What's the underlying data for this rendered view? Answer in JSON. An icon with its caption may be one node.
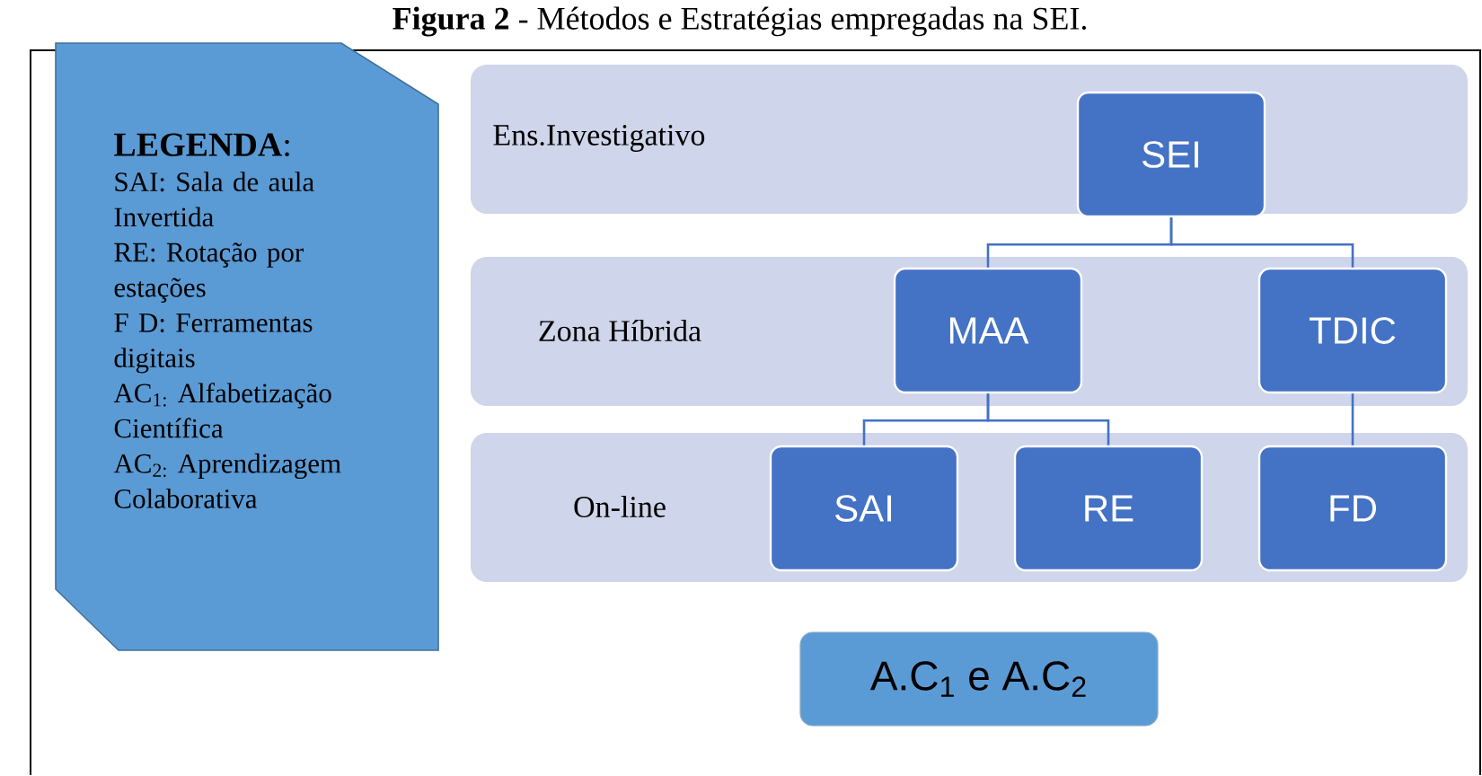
{
  "diagram": {
    "title": "**Figura 2** - Métodos e Estratégias empregadas na SEI.",
    "nodes": [
      {
        "text": [
          "**LEGENDA**:",
          "SAI: Sala de aula Invertida",
          "RE: Rotação por estações",
          "F D: Ferramentas digitais",
          "AC$_{1:}$ Alfabetização Científica",
          "AC$_{2:}$ Aprendizagem Colaborativa"
        ]
      },
      {
        "text": [
          "Ens.Investigativo"
        ]
      },
      {
        "text": [
          "SEI"
        ],
        "in": 1
      },
      {
        "text": [
          "Zona Híbrida"
        ]
      },
      {
        "text": [
          "MAA"
        ],
        "in": 3
      },
      {
        "text": [
          "TDIC"
        ],
        "in": 3
      },
      {
        "text": [
          "On-line"
        ]
      },
      {
        "text": [
          "SAI"
        ],
        "in": 6
      },
      {
        "text": [
          "RE"
        ],
        "in": 6
      },
      {
        "text": [
          "FD"
        ],
        "in": 6
      },
      {
        "text": [
          "A.C$_{1}$ e A.C$_{2}$"
        ]
      }
    ],
    "edges": [
      {
        "from": 2,
        "to": 4,
        "arrow": "none"
      },
      {
        "from": 2,
        "to": 5,
        "arrow": "none"
      },
      {
        "from": 4,
        "to": 7,
        "arrow": "none"
      },
      {
        "from": 4,
        "to": 8,
        "arrow": "none"
      },
      {
        "from": 5,
        "to": 9,
        "arrow": "none"
      }
    ]
  }
}
